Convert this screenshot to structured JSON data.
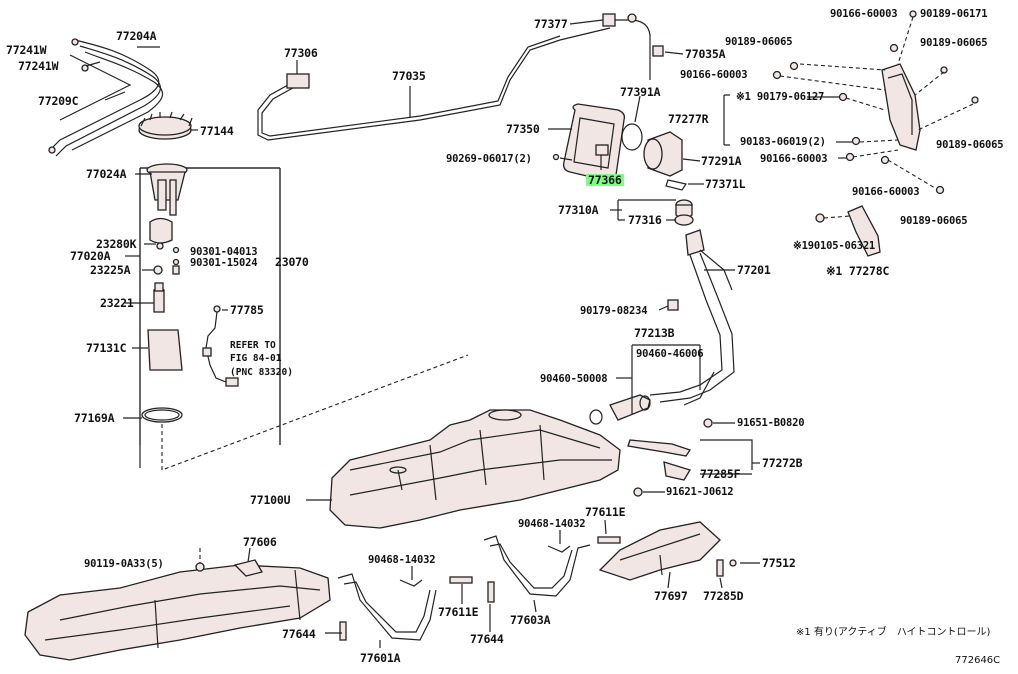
{
  "labels": {
    "p77204A": "77204A",
    "p77241W_1": "77241W",
    "p77241W_2": "77241W",
    "p77209C": "77209C",
    "p77144": "77144",
    "p77024A": "77024A",
    "p77020A": "77020A",
    "p23280K": "23280K",
    "p90301_04013": "90301-04013",
    "p90301_15024": "90301-15024",
    "p23070": "23070",
    "p23225A": "23225A",
    "p23221": "23221",
    "p77785": "77785",
    "p77131C": "77131C",
    "p77169A": "77169A",
    "p77306": "77306",
    "p77035": "77035",
    "p77377": "77377",
    "p77035A": "77035A",
    "p77350": "77350",
    "p77391A": "77391A",
    "p90269_06017": "90269-06017(2)",
    "p77366": "77366",
    "p77291A": "77291A",
    "p77371L": "77371L",
    "p77310A": "77310A",
    "p77316": "77316",
    "p77201": "77201",
    "p90179_08234": "90179-08234",
    "p77213B": "77213B",
    "p90460_46006": "90460-46006",
    "p90460_50008": "90460-50008",
    "p91651_B0820": "91651-B0820",
    "p77272B": "77272B",
    "p77285F": "77285F",
    "p91621_J0612": "91621-J0612",
    "p77100U": "77100U",
    "p90468_14032_a": "90468-14032",
    "p77611E_a": "77611E",
    "p90468_14032_b": "90468-14032",
    "p77611E_b": "77611E",
    "p77512": "77512",
    "p77697": "77697",
    "p77285D": "77285D",
    "p77603A": "77603A",
    "p77644_a": "77644",
    "p77644_b": "77644",
    "p77601A": "77601A",
    "p77606": "77606",
    "p90119_0A33": "90119-0A33(5)",
    "p90166_60003_a": "90166-60003",
    "p90189_06171": "90189-06171",
    "p90189_06065_a": "90189-06065",
    "p90189_06065_b": "90189-06065",
    "p90166_60003_b": "90166-60003",
    "p90179_06127": "※1 90179-06127",
    "p77277R": "77277R",
    "p90183_06019": "90183-06019(2)",
    "p90166_60003_c": "90166-60003",
    "p90189_06065_c": "90189-06065",
    "p90166_60003_d": "90166-60003",
    "p90189_06065_d": "90189-06065",
    "p90105_06321": "※190105-06321",
    "p77278C": "※1 77278C"
  },
  "refer_note": {
    "line1": "REFER TO",
    "line2": "FIG 84-01",
    "line3": "(PNC 83320)"
  },
  "footnote": "※1 有り(アクティブ　ハイトコントロール)",
  "diagram_code": "772646C",
  "highlight_color": "#7dfc86"
}
